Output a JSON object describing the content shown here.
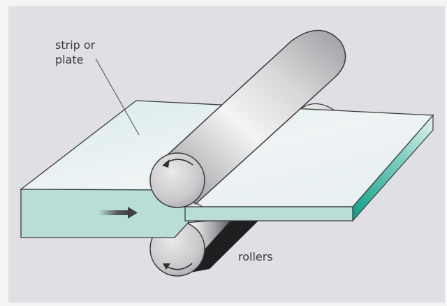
{
  "diagram": {
    "title": "Rolling process",
    "labels": {
      "strip_line1": "strip or",
      "strip_line2": "plate",
      "rollers": "rollers"
    },
    "colors": {
      "background": "#f4f4f4",
      "panel": "#e0dfe3",
      "plate_top": "#e8f0f0",
      "plate_front": "#b9ded8",
      "plate_side": "#1fae98",
      "roller_light": "#f6f6f6",
      "roller_dark": "#8f8f93",
      "outline": "#3a3a3c",
      "text": "#3a3a3c"
    },
    "elements": {
      "feed_direction": "right",
      "top_roller_rotation": "counter-clockwise",
      "bottom_roller_rotation": "clockwise"
    }
  }
}
